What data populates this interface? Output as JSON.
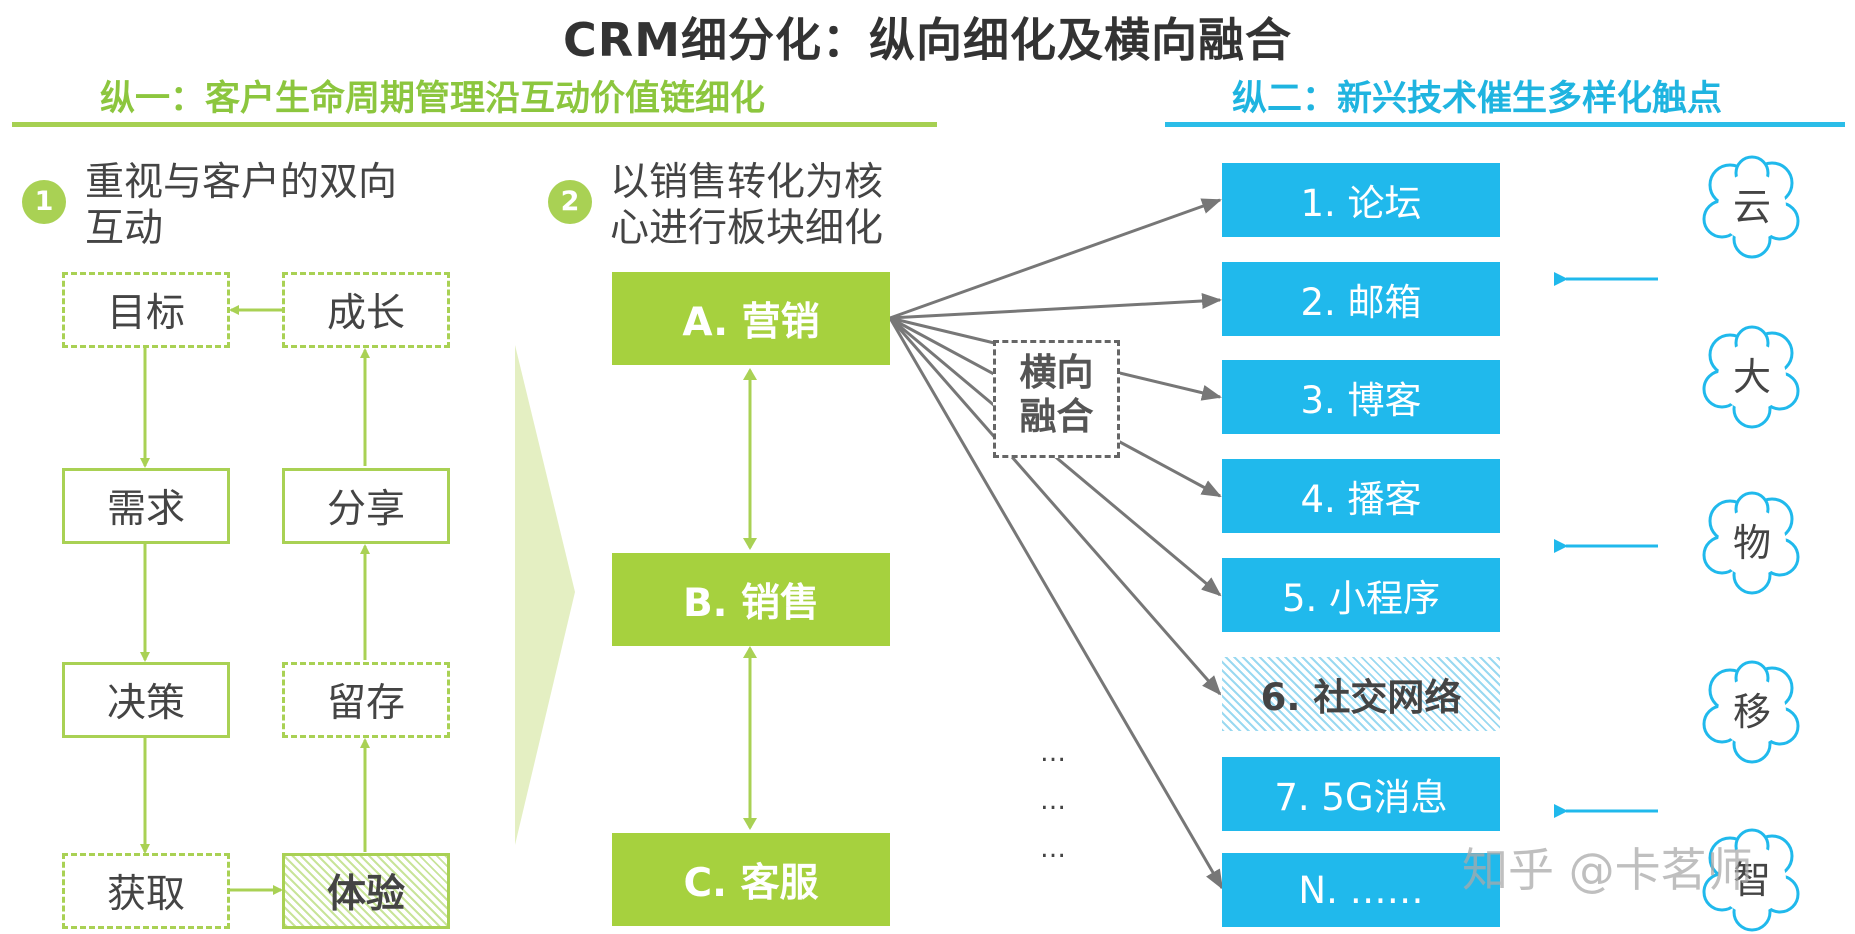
{
  "title": "CRM细分化：纵向细化及横向融合",
  "vertical_one": {
    "heading": "纵一：客户生命周期管理沿互动价值链细化",
    "step1": {
      "number": "1",
      "text_line1": "重视与客户的双向",
      "text_line2": "互动",
      "boxes": {
        "target": "目标",
        "growth": "成长",
        "demand": "需求",
        "share": "分享",
        "decision": "决策",
        "retention": "留存",
        "acquire": "获取",
        "experience": "体验"
      }
    },
    "step2": {
      "number": "2",
      "text_line1": "以销售转化为核",
      "text_line2": "心进行板块细化",
      "boxes": {
        "marketing": "A. 营销",
        "sales": "B. 销售",
        "service": "C. 客服"
      }
    }
  },
  "horizontal": {
    "line1": "横向",
    "line2": "融合"
  },
  "vertical_two": {
    "heading": "纵二：新兴技术催生多样化触点",
    "touchpoints": [
      "1. 论坛",
      "2. 邮箱",
      "3. 博客",
      "4. 播客",
      "5. 小程序",
      "6. 社交网络",
      "7. 5G消息",
      "N. ……"
    ],
    "dots": [
      "…",
      "…",
      "…"
    ],
    "tech": [
      "云",
      "大",
      "物",
      "移",
      "智"
    ]
  },
  "watermark": "知乎 @卡茗师",
  "colors": {
    "green": "#a6d13e",
    "green_text": "#8cc63e",
    "blue": "#20b9ec",
    "blue_text": "#1fb4e0",
    "arrow_gray": "#777777"
  }
}
